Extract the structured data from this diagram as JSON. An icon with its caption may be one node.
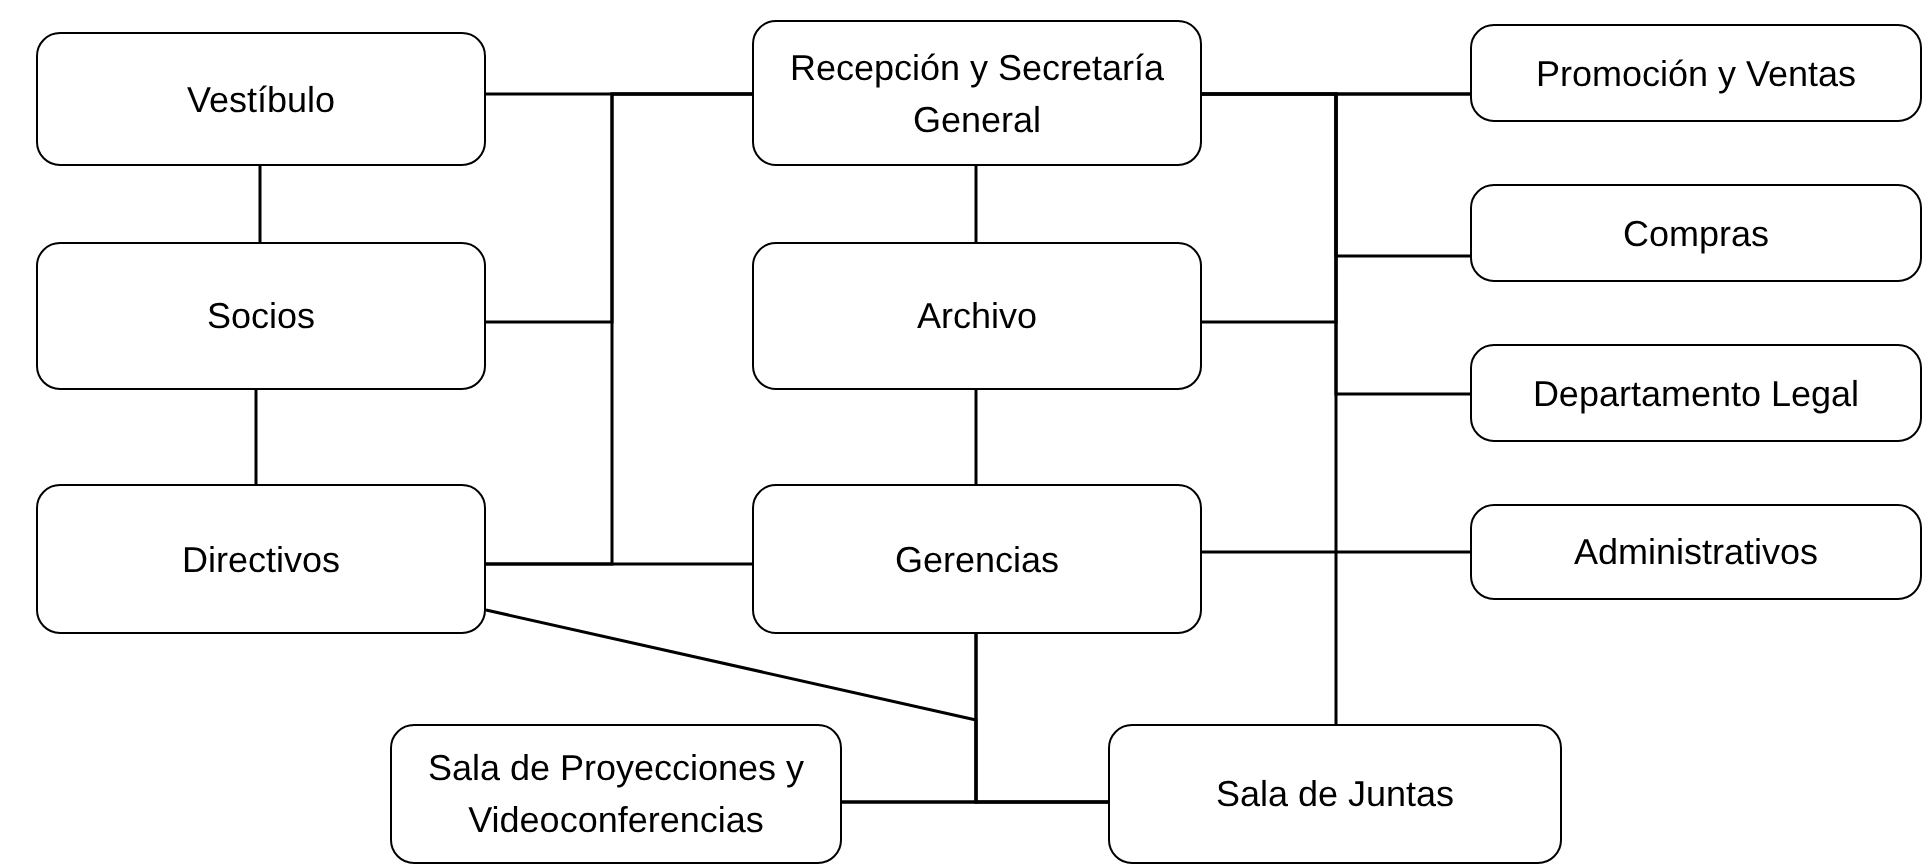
{
  "diagram": {
    "nodes": [
      {
        "text": [
          "Vestíbulo"
        ]
      },
      {
        "text": [
          "Recepción y Secretaría General"
        ]
      },
      {
        "text": [
          "Promoción y Ventas"
        ]
      },
      {
        "text": [
          "Socios"
        ]
      },
      {
        "text": [
          "Archivo"
        ]
      },
      {
        "text": [
          "Compras"
        ]
      },
      {
        "text": [
          "Departamento Legal"
        ]
      },
      {
        "text": [
          "Directivos"
        ]
      },
      {
        "text": [
          "Gerencias"
        ]
      },
      {
        "text": [
          "Administrativos"
        ]
      },
      {
        "text": [
          "Sala de Proyecciones y Videoconferencias"
        ]
      },
      {
        "text": [
          "Sala de Juntas"
        ]
      }
    ],
    "edges": [
      {
        "from": 0,
        "to": 1,
        "arrow": "none"
      },
      {
        "from": 3,
        "to": 1,
        "arrow": "none"
      },
      {
        "from": 7,
        "to": 1,
        "arrow": "none"
      },
      {
        "from": 7,
        "to": 8,
        "arrow": "none"
      },
      {
        "from": 0,
        "to": 3,
        "arrow": "none"
      },
      {
        "from": 3,
        "to": 7,
        "arrow": "none"
      },
      {
        "from": 1,
        "to": 4,
        "arrow": "none"
      },
      {
        "from": 4,
        "to": 8,
        "arrow": "none"
      },
      {
        "from": 1,
        "to": 2,
        "arrow": "none"
      },
      {
        "from": 1,
        "to": 5,
        "arrow": "none"
      },
      {
        "from": 4,
        "to": 2,
        "arrow": "none"
      },
      {
        "from": 1,
        "to": 6,
        "arrow": "none"
      },
      {
        "from": 8,
        "to": 9,
        "arrow": "none"
      },
      {
        "from": 1,
        "to": 11,
        "arrow": "none"
      },
      {
        "from": 8,
        "to": 10,
        "arrow": "none"
      },
      {
        "from": 8,
        "to": 11,
        "arrow": "none"
      },
      {
        "from": 7,
        "to": 11,
        "arrow": "none"
      },
      {
        "from": 10,
        "to": 11,
        "arrow": "none"
      }
    ]
  }
}
